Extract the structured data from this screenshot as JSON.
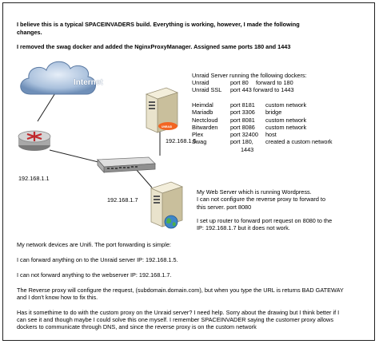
{
  "header": {
    "line1": "I believe this is a typical SPACEINVADERS build.  Everything is working, however, I made the following",
    "line2": "changes.",
    "line3": "I removed the swag docker and added the NginxProxyManager. Assigned same ports 180 and 1443"
  },
  "diagram": {
    "internet_label": "Internet",
    "router_ip": "192.168.1.1",
    "unraid_ip": "192.168.1.5",
    "unraid_badge": "UNRAID",
    "webserver_ip": "192.168.1.7"
  },
  "unraid_info": {
    "heading": "Unraid Server running the following dockers:",
    "ports": [
      {
        "name": "Unraid",
        "port": "port 80",
        "note": "forward to 180"
      },
      {
        "name": "Unraid SSL",
        "port": "port 443 forward to 1443",
        "note": ""
      }
    ],
    "dockers": [
      {
        "name": "Heimdal",
        "port": "port 8181",
        "note": "custom network"
      },
      {
        "name": "Mariadb",
        "port": "port 3306",
        "note": "bridge"
      },
      {
        "name": "Nectcloud",
        "port": "port 8081",
        "note": "custom network"
      },
      {
        "name": "Bitwarden",
        "port": "port 8086",
        "note": "custom network"
      },
      {
        "name": "Plex",
        "port": "port 32400",
        "note": "host"
      },
      {
        "name": "Swag",
        "port": "port 180,",
        "note": "created a custom network"
      }
    ],
    "swag_extra": "1443"
  },
  "web_info": {
    "line1": "My Web Server which is running Wordpress.",
    "line2": "I can not configure the reverse proxy to forward to",
    "line3": "this server. port 8080",
    "line4": "I set up router to forward port request on 8080 to the",
    "line5": "IP: 192.168.1.7 but it does not work."
  },
  "body": {
    "p1": "My network devices are Unifi.  The port forwarding is simple:",
    "p2": "I can forward anything on to the Unraid server IP: 192.168.1.5.",
    "p3": "I can not forward anything to the webserver IP: 192.168.1.7.",
    "p4a": "The Reverse proxy will configure the request, (subdomain.domain.com), but when you type the URL is returns BAD GATEWAY",
    "p4b": "and I don't know how to fix this.",
    "p5a": "Has it somethime to do with the custom proxy on the Unraid server?  I need help.  Sorry about the drawing but I think better if I",
    "p5b": "can see it and though maybe I could solve this one myself.  I remember SPACEINVADER saying the customer proxy allows",
    "p5c": "dockers to communicate through DNS, and since the reverse proxy is on the custom network"
  },
  "colors": {
    "cloud_fill": "#9fb8d6",
    "router_red": "#c0282c",
    "server_fill": "#e9e3cc",
    "switch_fill": "#c9c9c9",
    "badge_orange": "#f26522"
  },
  "icons": [
    "internet-cloud-icon",
    "router-icon",
    "switch-icon",
    "unraid-server-icon",
    "web-server-icon",
    "globe-icon"
  ]
}
